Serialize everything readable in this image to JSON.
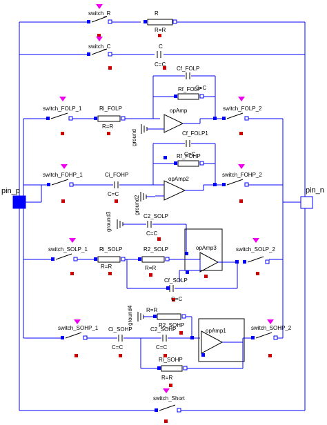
{
  "ports": {
    "left": "pin_p",
    "right": "pin_n"
  },
  "switches": {
    "r": "switch_R",
    "c": "switch_C",
    "folp1": "switch_FOLP_1",
    "folp2": "switch_FOLP_2",
    "fohp1": "switch_FOHP_1",
    "fohp2": "switch_FOHP_2",
    "solp1": "switch_SOLP_1",
    "solp2": "switch_SOLP_2",
    "sohp1": "switch_SOHP_1",
    "sohp2": "switch_SOHP_2",
    "short": "switch_Short"
  },
  "components": {
    "R": {
      "name": "R",
      "value": "R=R"
    },
    "C": {
      "name": "C",
      "value": "C=C"
    },
    "Cf_FOLP": {
      "name": "Cf_FOLP"
    },
    "Rf_FOLP": {
      "name": "Rf_FOLP"
    },
    "Ri_FOLP": {
      "name": "Ri_FOLP",
      "value": "R=R"
    },
    "Cf_FOLP1": {
      "name": "Cf_FOLP1"
    },
    "Rf_FOHP": {
      "name": "Rf_FOHP"
    },
    "Ci_FOHP": {
      "name": "Ci_FOHP",
      "value": "C=C"
    },
    "Ri_SOLP": {
      "name": "Ri_SOLP",
      "value": "R=R"
    },
    "R2_SOLP": {
      "name": "R2_SOLP",
      "value": "R=R"
    },
    "C2_SOLP": {
      "name": "C2_SOLP",
      "value": "C=C"
    },
    "Cf_SOLP": {
      "name": "Cf_SOLP",
      "value": "C=C"
    },
    "Ci_SOHP": {
      "name": "Ci_SOHP",
      "value": "C=C"
    },
    "C2_SOHP": {
      "name": "C2_SOHP",
      "value": "C=C"
    },
    "R2_SOHP": {
      "name": "R2_SOHP",
      "value": "R=R"
    },
    "Ri_SOHP": {
      "name": "Ri_SOHP",
      "value": "R=R"
    },
    "frag_top": {
      "name": "C=C"
    },
    "frag_mid": {
      "name": "C=C"
    }
  },
  "opamps": {
    "a": "opAmp",
    "b": "opAmp2",
    "c": "opAmp3",
    "d": "opAmp1"
  },
  "grounds": {
    "a": "ground",
    "b": "ground2",
    "c": "ground3",
    "d": "ground4"
  }
}
